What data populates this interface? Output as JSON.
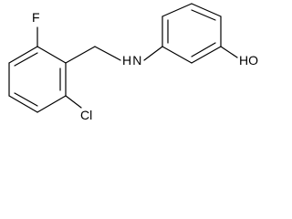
{
  "molecule": {
    "atoms": {
      "fluorine": "F",
      "chlorine": "Cl",
      "amine": "H N",
      "hydroxyl": "HO"
    }
  }
}
